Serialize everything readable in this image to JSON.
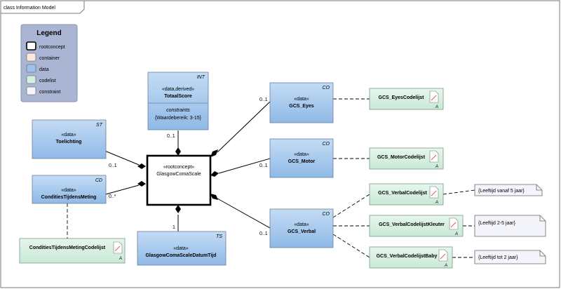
{
  "frame": {
    "title": "class Information Model"
  },
  "legend": {
    "title": "Legend",
    "items": [
      {
        "label": "rootconcept",
        "color": "#ffffff"
      },
      {
        "label": "container",
        "color": "#fbe9dd"
      },
      {
        "label": "data",
        "color": "#9ec3ea"
      },
      {
        "label": "codelist",
        "color": "#d4eedf"
      },
      {
        "label": "constraint",
        "color": "#f4f4fb"
      }
    ]
  },
  "colors": {
    "data_fill": "#a7c9ee",
    "codelist_fill": "#d7efe1",
    "root_fill": "#ffffff",
    "note_fill": "#f4f4fb",
    "legend_fill": "#aab5d3"
  },
  "classes": {
    "root": {
      "stereotype": "«rootconcept»",
      "name": "GlasgowComaScale"
    },
    "totaal": {
      "tag": "INT",
      "stereotype": "«data,derived»",
      "name": "TotaalScore",
      "constraints_label": "constraints",
      "constraint": "{Waardebereik: 3-15}"
    },
    "toelichting": {
      "tag": "ST",
      "stereotype": "«data»",
      "name": "Toelichting"
    },
    "condities": {
      "tag": "CD",
      "stereotype": "«data»",
      "name": "ConditiesTijdensMeting"
    },
    "datumtijd": {
      "tag": "TS",
      "stereotype": "«data»",
      "name": "GlasgowComaScaleDatumTijd"
    },
    "eyes": {
      "tag": "CO",
      "stereotype": "«data»",
      "name": "GCS_Eyes"
    },
    "motor": {
      "tag": "CO",
      "stereotype": "«data»",
      "name": "GCS_Motor"
    },
    "verbal": {
      "tag": "CO",
      "stereotype": "«data»",
      "name": "GCS_Verbal"
    }
  },
  "codelists": {
    "condities": "ConditiesTijdensMetingCodelijst",
    "eyes": "GCS_EyesCodelijst",
    "motor": "GCS_MotorCodelijst",
    "verbal": "GCS_VerbalCodelijst",
    "kleuter": "GCS_VerbalCodelijstKleuter",
    "baby": "GCS_VerbalCodelijstBaby"
  },
  "notes": {
    "verbal": "{Leeftijd vanaf 5 jaar}",
    "kleuter": "{Leeftijd 2-5 jaar}",
    "baby": "{Leeftijd tot 2 jaar}"
  },
  "multiplicities": {
    "totaal": "0..1",
    "toelichting": "0..1",
    "condities": "0..*",
    "datumtijd": "1",
    "eyes": "0..1",
    "motor": "0..1",
    "verbal": "0..1"
  }
}
